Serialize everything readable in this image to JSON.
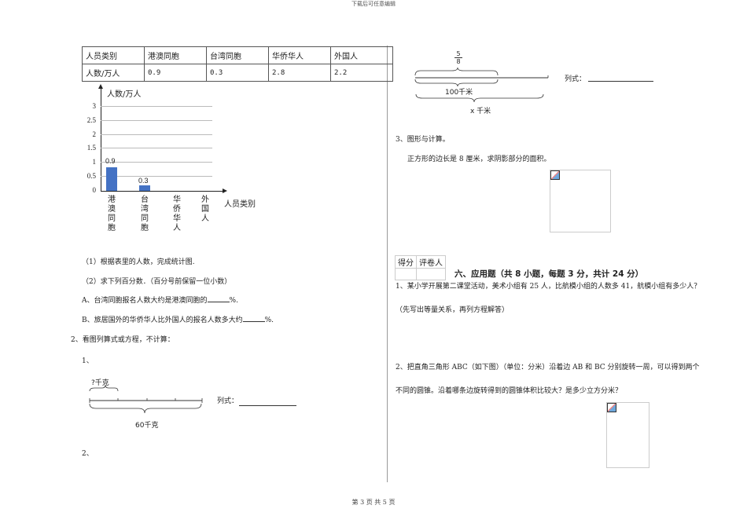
{
  "header": {
    "text": "下载后可任意编辑"
  },
  "footer": {
    "text": "第 3 页 共 5 页"
  },
  "table": {
    "headers": [
      "人员类别",
      "港澳同胞",
      "台湾同胞",
      "华侨华人",
      "外国人"
    ],
    "row_label": "人数/万人",
    "values": [
      "0.9",
      "0.3",
      "2.8",
      "2.2"
    ]
  },
  "chart_data": {
    "type": "bar",
    "title": "",
    "ylabel": "人数/万人",
    "xlabel": "人员类别",
    "categories": [
      "港澳同胞",
      "台湾同胞",
      "华侨华人",
      "外国人"
    ],
    "values": [
      0.9,
      0.3,
      null,
      null
    ],
    "data_labels": [
      "0.9",
      "0.3"
    ],
    "yticks": [
      "0",
      "0.5",
      "1",
      "1.5",
      "2",
      "2.5",
      "3"
    ],
    "ylim": [
      0,
      3
    ],
    "grid": true,
    "bar_color": "#4472c4",
    "x_labels_vertical": [
      [
        "港",
        "澳",
        "同",
        "胞"
      ],
      [
        "台",
        "湾",
        "同",
        "胞"
      ],
      [
        "华",
        "侨",
        "华",
        "人"
      ],
      [
        "外",
        "国",
        "人"
      ]
    ]
  },
  "left": {
    "q1_sub1": "（1）根据表里的人数，完成统计图.",
    "q1_sub2": "（2）求下列百分数．（百分号前保留一位小数）",
    "q1_a": "A、台湾同胞报名人数大约是港澳同胞的",
    "q1_a_suffix": "%.",
    "q1_b": "B、旅居国外的华侨华人比外国人的报名人数多大约",
    "q1_b_suffix": "%.",
    "q2_title": "2、看图列算式或方程，不计算：",
    "q2_1": "1、",
    "q2_1_top_label": "?千克",
    "q2_1_bottom_label": "60千克",
    "q2_1_formula_label": "列式：",
    "q2_2": "2、"
  },
  "right": {
    "diagram2_fraction_num": "5",
    "diagram2_fraction_den": "8",
    "diagram2_mid_label": "100千米",
    "diagram2_bottom_label": "x 千米",
    "diagram2_formula_label": "列式：",
    "q3_title": "3、图形与计算。",
    "q3_text": "正方形的边长是 8 厘米，求阴影部分的面积。",
    "score_table": {
      "col1": "得分",
      "col2": "评卷人"
    },
    "section_title": "六、应用题（共 8 小题，每题 3 分，共计 24 分）",
    "app_q1": "1、某小学开展第二课堂活动，美术小组有 25 人，比航模小组的人数多 41，航模小组有多少人？",
    "app_q1_note": "（先写出等量关系，再列方程解答）",
    "app_q2_line1": "2、把直角三角形 ABC（如下图）（单位：分米）沿着边 AB 和 BC 分别旋转一周，可以得到两个",
    "app_q2_line2": "不同的圆锥。沿着哪条边旋转得到的圆锥体积比较大？是多少立方分米？"
  }
}
